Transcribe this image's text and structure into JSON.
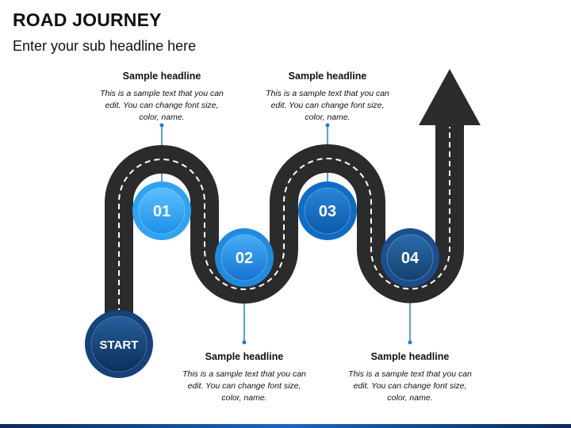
{
  "header": {
    "title": "ROAD JOURNEY",
    "subtitle": "Enter your sub headline here"
  },
  "start": {
    "label": "START"
  },
  "steps": [
    {
      "number": "01",
      "headline": "Sample headline",
      "text": "This is a sample text that you can edit. You can change font size, color, name.",
      "color": "#2ea3f2"
    },
    {
      "number": "02",
      "headline": "Sample headline",
      "text": "This is a sample text that you can edit. You can change font size, color, name.",
      "color": "#1f8be0"
    },
    {
      "number": "03",
      "headline": "Sample headline",
      "text": "This is a sample text that you can edit. You can change font size, color, name.",
      "color": "#0f6cc4"
    },
    {
      "number": "04",
      "headline": "Sample headline",
      "text": "This is a sample text that you can edit. You can change font size, color, name.",
      "color": "#1a4f8f"
    }
  ],
  "colors": {
    "road": "#2b2b2b",
    "lane": "#ffffff",
    "connector": "#1a7fd6",
    "start": "#14427a"
  }
}
